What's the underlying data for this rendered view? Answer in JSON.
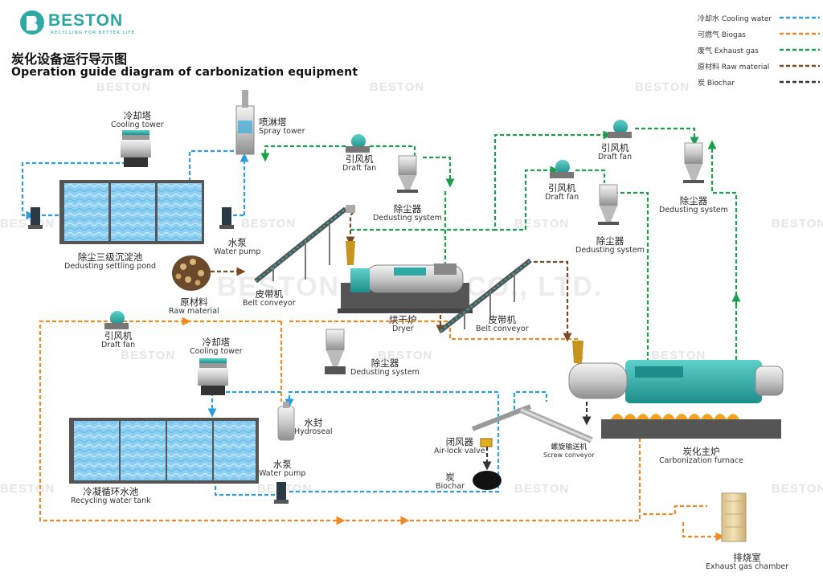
{
  "header": {
    "brand": "BESTON",
    "tagline": "RECYCLING FOR BETTER LIFE",
    "title_zh": "炭化设备运行导示图",
    "title_en": "Operation guide diagram of carbonization equipment",
    "watermark": "BESTON",
    "center_watermark": "BESTON GROUP CO., LTD."
  },
  "legend": [
    {
      "label": "冷却水 Cooling water",
      "color": "#2a9fe0"
    },
    {
      "label": "可燃气 Biogas",
      "color": "#f08a24"
    },
    {
      "label": "废气 Exhaust gas",
      "color": "#1aa04a"
    },
    {
      "label": "原材料 Raw material",
      "color": "#7a4a22"
    },
    {
      "label": "炭 Biochar",
      "color": "#333333"
    }
  ],
  "labels": {
    "cooling_tower_top": {
      "zh": "冷却塔",
      "en": "Cooling tower"
    },
    "spray_tower": {
      "zh": "喷淋塔",
      "en": "Spray tower"
    },
    "draft_fan_1": {
      "zh": "引风机",
      "en": "Draft fan"
    },
    "dedusting_1": {
      "zh": "除尘器",
      "en": "Dedusting system"
    },
    "settling_pond": {
      "zh": "除尘三级沉淀池",
      "en": "Dedusting settling pond"
    },
    "water_pump_top": {
      "zh": "水泵",
      "en": "Water pump"
    },
    "raw_material": {
      "zh": "原材料",
      "en": "Raw material"
    },
    "belt_conveyor_1": {
      "zh": "皮带机",
      "en": "Belt conveyor"
    },
    "dryer": {
      "zh": "烘干炉",
      "en": "Dryer"
    },
    "belt_conveyor_2": {
      "zh": "皮带机",
      "en": "Belt conveyor"
    },
    "draft_fan_2": {
      "zh": "引风机",
      "en": "Draft fan"
    },
    "dedusting_2": {
      "zh": "除尘器",
      "en": "Dedusting system"
    },
    "draft_fan_3": {
      "zh": "引风机",
      "en": "Draft fan"
    },
    "dedusting_3": {
      "zh": "除尘器",
      "en": "Dedusting system"
    },
    "draft_fan_4": {
      "zh": "引风机",
      "en": "Draft fan"
    },
    "cooling_tower_bottom": {
      "zh": "冷却塔",
      "en": "Cooling tower"
    },
    "dedusting_4": {
      "zh": "除尘器",
      "en": "Dedusting system"
    },
    "hydroseal": {
      "zh": "水封",
      "en": "Hydroseal"
    },
    "water_pump_bottom": {
      "zh": "水泵",
      "en": "Water pump"
    },
    "recycling_tank": {
      "zh": "冷凝循环水池",
      "en": "Recycling water tank"
    },
    "airlock": {
      "zh": "闭风器",
      "en": "Air-lock valve"
    },
    "screw": {
      "zh": "螺旋输送机",
      "en": "Screw conveyor"
    },
    "biochar": {
      "zh": "炭",
      "en": "Biochar"
    },
    "furnace": {
      "zh": "炭化主炉",
      "en": "Carbonization furnace"
    },
    "exhaust_chamber": {
      "zh": "排烧室",
      "en": "Exhaust gas chamber"
    }
  },
  "colors": {
    "water": "#2a9fe0",
    "biogas": "#f08a24",
    "exhaust": "#1aa04a",
    "raw": "#7a4a22",
    "biochar": "#333333",
    "teal": "#2fa9a6"
  }
}
